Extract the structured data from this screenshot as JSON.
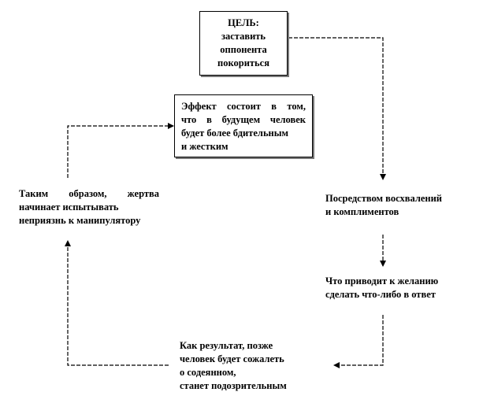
{
  "goal": {
    "lines": [
      "ЦЕЛЬ:",
      "заставить",
      "оппонента",
      "покориться"
    ]
  },
  "effect": {
    "lines": [
      "Эффект состоит в том,",
      "что в будущем человек",
      "будет более бдительным",
      "и жестким"
    ]
  },
  "means": {
    "lines": [
      "Посредством восхвалений",
      "и комплиментов"
    ]
  },
  "desire": {
    "lines": [
      "Что приводит к желанию",
      "сделать что-либо в ответ"
    ]
  },
  "result": {
    "lines": [
      "Как результат, позже",
      "человек будет сожалеть",
      "о содеянном,",
      "станет подозрительным"
    ]
  },
  "victim": {
    "lines": [
      "Таким образом, жертва",
      "начинает испытывать",
      "неприязнь к манипулятору"
    ]
  }
}
